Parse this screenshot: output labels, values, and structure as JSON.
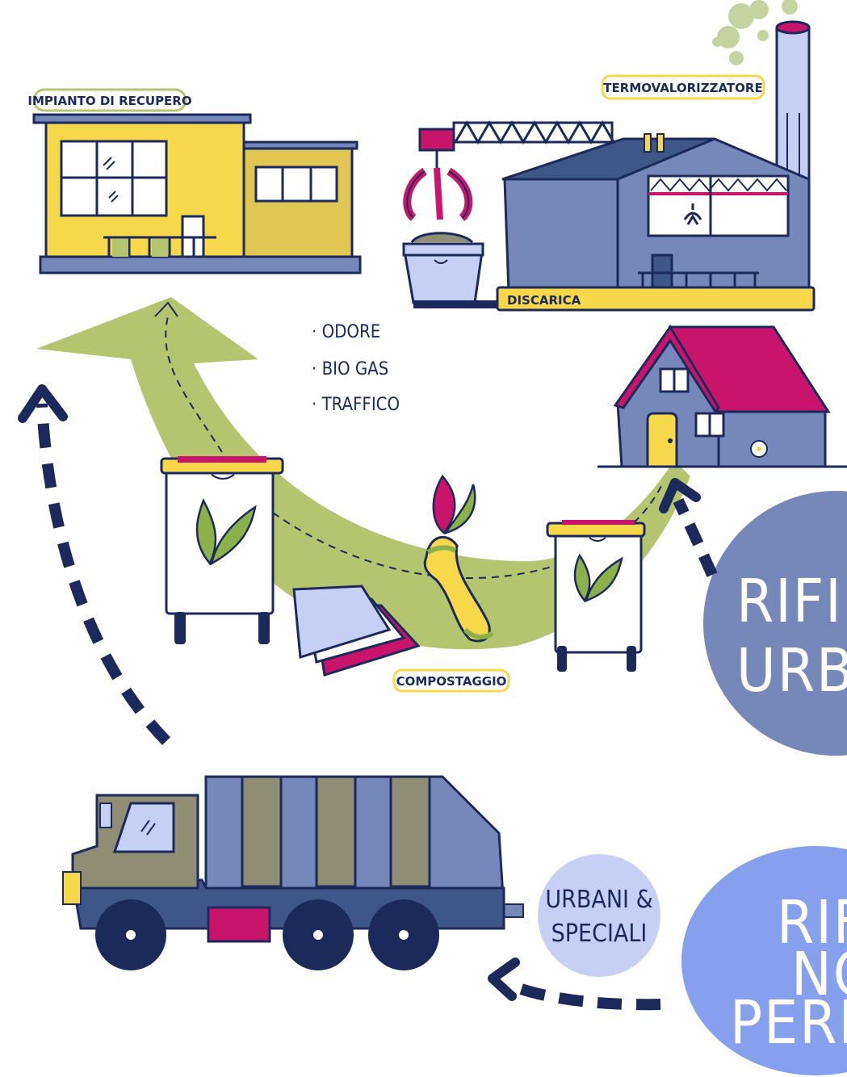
{
  "labels": {
    "impianto": "IMPIANTO DI RECUPERO",
    "termovalorizzatore": "TERMOVALORIZZATORE",
    "discarica": "DISCARICA",
    "compostaggio": "COMPOSTAGGIO",
    "impacts": [
      "· ODORE",
      "· BIO GAS",
      "· TRAFFICO"
    ],
    "rifiuti_urbani": [
      "RIFIU",
      "URBA"
    ],
    "rifiuti_non_pericolosi": [
      "RIFIU",
      "NO",
      "PERICO"
    ],
    "urbani_speciali": [
      "URBANI &",
      "SPECIALI"
    ]
  },
  "colors": {
    "navy": "#1b2a5a",
    "yellow": "#f6d84a",
    "olive": "#b5c46e",
    "magenta": "#c8156b",
    "slate": "#7688b9",
    "periwinkle": "#87a0ee",
    "lavender": "#c6d0f5",
    "truck_olive": "#8f8d74",
    "leaf_green": "#8cb04a"
  },
  "icons": [
    "recovery-plant-icon",
    "incinerator-icon",
    "claw-crane-icon",
    "house-icon",
    "compost-bin-icon",
    "apple-core-icon",
    "paper-sheets-icon",
    "garbage-truck-icon"
  ]
}
